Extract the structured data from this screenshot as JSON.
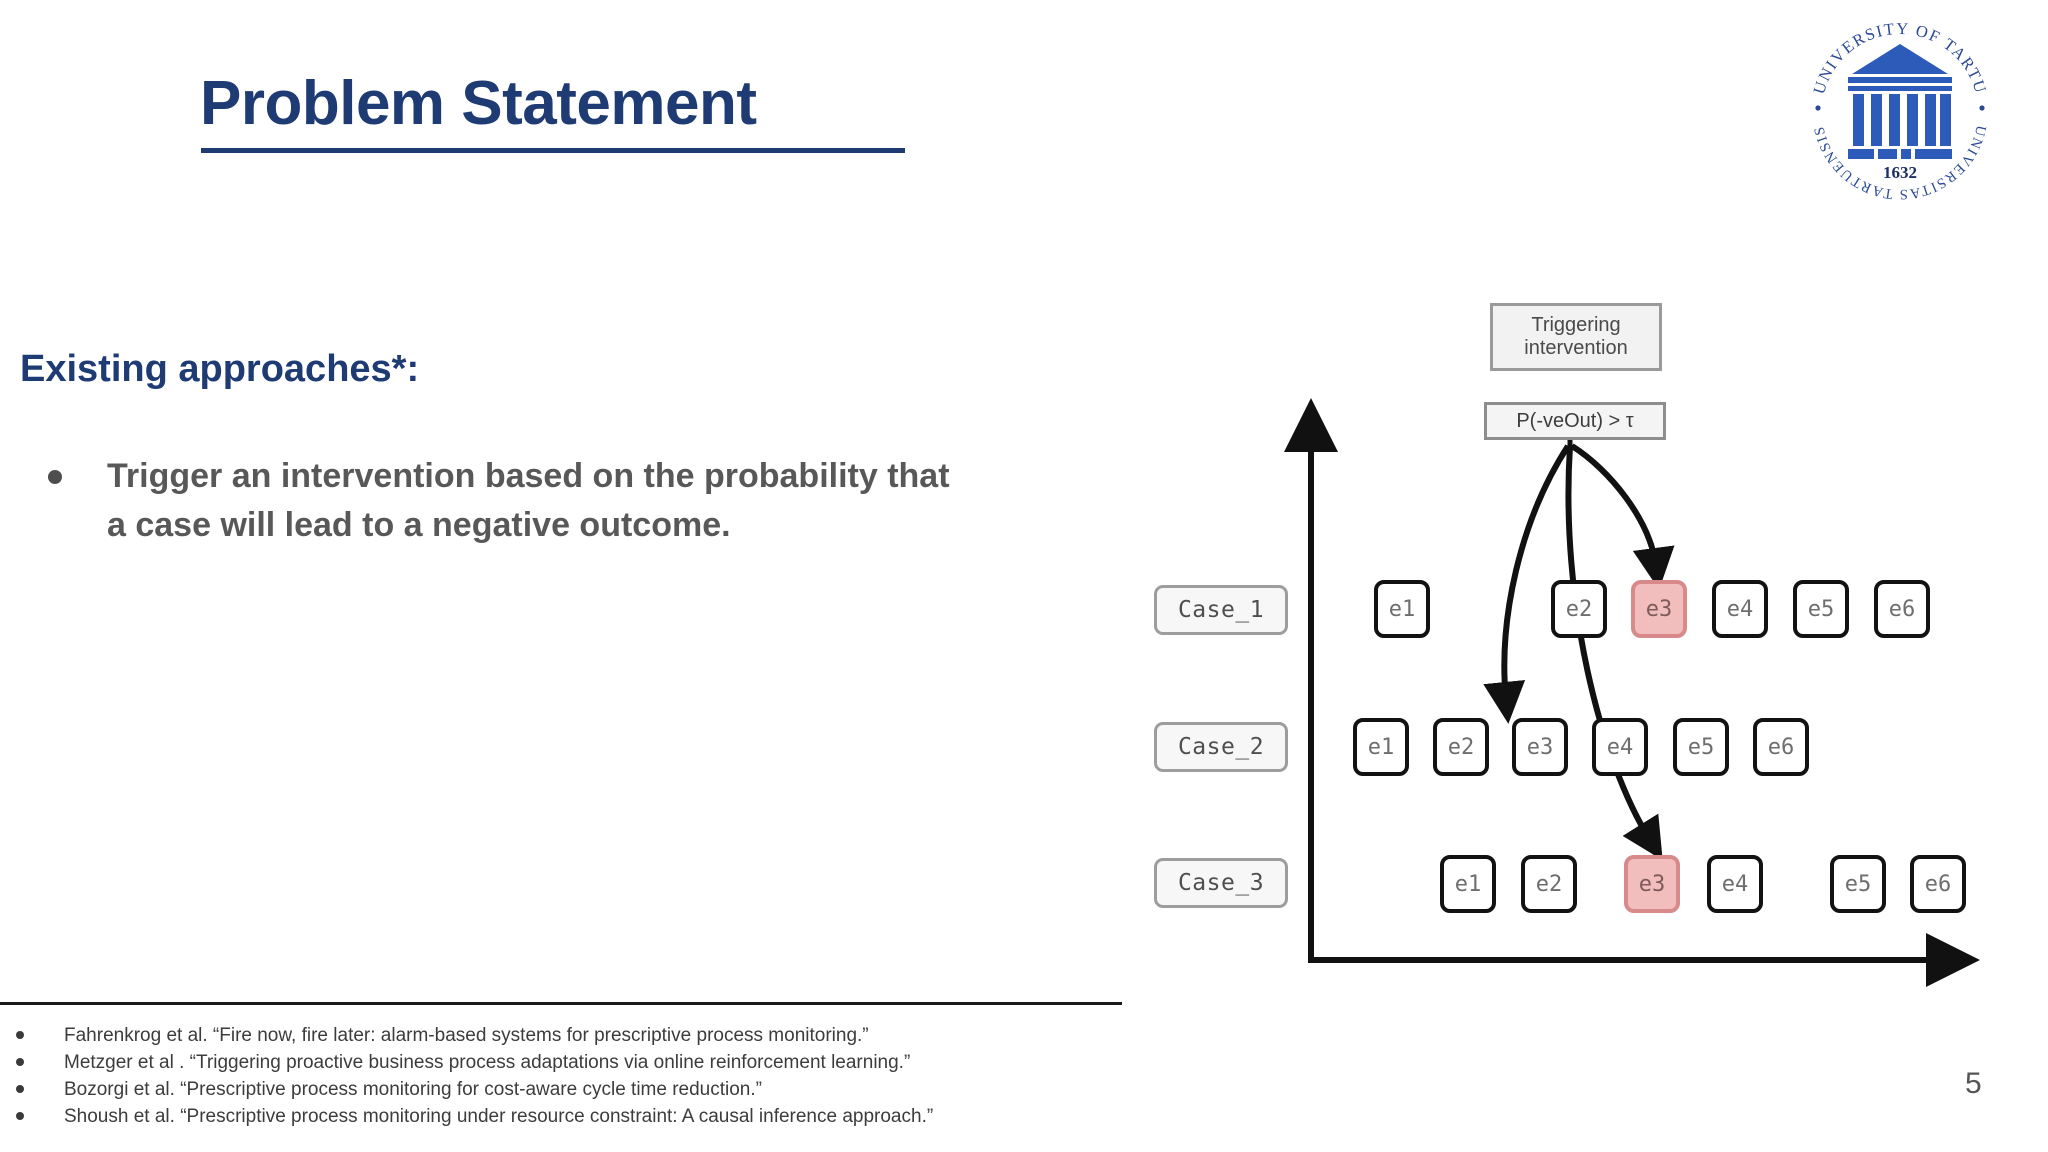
{
  "slide": {
    "title": "Problem Statement",
    "page_number": "5",
    "section_heading": "Existing approaches*:",
    "bullet": "Trigger an intervention based on the probability that a case will lead to a negative outcome."
  },
  "logo": {
    "name": "university-of-tartu-seal",
    "outer_text_top": "UNIVERSITY OF TARTU",
    "outer_text_bottom": "UNIVERSITAS TARTUENSIS",
    "year": "1632",
    "color": "#1f3b8f"
  },
  "footnotes": [
    "Fahrenkrog et al.  “Fire now, fire later:  alarm-based systems for prescriptive process monitoring.”",
    "Metzger et al . “Triggering proactive business process adaptations via online reinforcement learning.”",
    "Bozorgi et al. “Prescriptive process monitoring for cost-aware cycle time reduction.”",
    "Shoush et al. “Prescriptive process monitoring under resource constraint: A causal inference approach.”"
  ],
  "diagram": {
    "trigger_box_line1": "Triggering",
    "trigger_box_line2": "intervention",
    "probability_condition": "P(-veOut) > τ",
    "cases": [
      {
        "label": "Case_1",
        "events": [
          {
            "id": "e1",
            "highlight": false
          },
          {
            "id": "e2",
            "highlight": false
          },
          {
            "id": "e3",
            "highlight": true
          },
          {
            "id": "e4",
            "highlight": false
          },
          {
            "id": "e5",
            "highlight": false
          },
          {
            "id": "e6",
            "highlight": false
          }
        ]
      },
      {
        "label": "Case_2",
        "events": [
          {
            "id": "e1",
            "highlight": false
          },
          {
            "id": "e2",
            "highlight": true
          },
          {
            "id": "e3",
            "highlight": false
          },
          {
            "id": "e4",
            "highlight": false
          },
          {
            "id": "e5",
            "highlight": false
          },
          {
            "id": "e6",
            "highlight": false
          }
        ]
      },
      {
        "label": "Case_3",
        "events": [
          {
            "id": "e1",
            "highlight": false
          },
          {
            "id": "e2",
            "highlight": false
          },
          {
            "id": "e3",
            "highlight": true
          },
          {
            "id": "e4",
            "highlight": false
          },
          {
            "id": "e5",
            "highlight": false
          },
          {
            "id": "e6",
            "highlight": false
          }
        ]
      }
    ],
    "highlight_color": "#f2bdbd",
    "highlight_border_color": "#d88a8a"
  },
  "colors": {
    "title": "#1f3b73",
    "heading": "#1f3b73",
    "body_text": "#585858",
    "footnote_text": "#3c3c3c"
  }
}
